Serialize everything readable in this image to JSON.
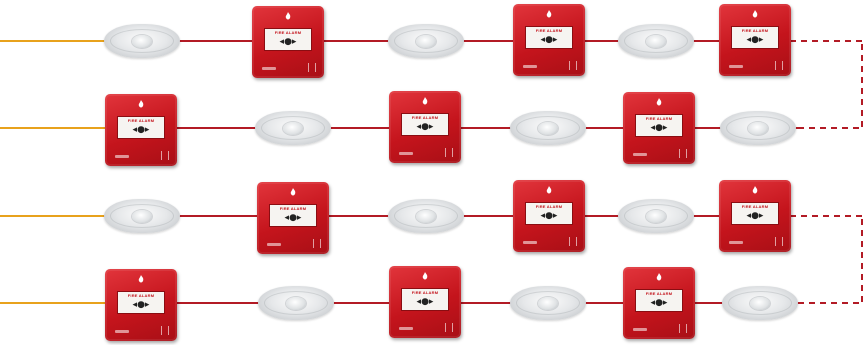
{
  "colors": {
    "feed_line": "#e8a21c",
    "loop_line": "#b31b25",
    "call_point_red": "#c4141c",
    "sounder_white": "#e6e8ea"
  },
  "diagram": {
    "rows": [
      {
        "feed": true,
        "devices": [
          "sounder",
          "call-point",
          "sounder",
          "call-point",
          "sounder",
          "call-point"
        ],
        "continuation": "dashed"
      },
      {
        "feed": true,
        "devices": [
          "call-point",
          "sounder",
          "call-point",
          "sounder",
          "call-point",
          "sounder"
        ],
        "continuation": "dashed"
      },
      {
        "feed": true,
        "devices": [
          "sounder",
          "call-point",
          "sounder",
          "call-point",
          "sounder",
          "call-point"
        ],
        "continuation": "dashed"
      },
      {
        "feed": true,
        "devices": [
          "call-point",
          "sounder",
          "call-point",
          "sounder",
          "call-point",
          "sounder"
        ],
        "continuation": "dashed"
      }
    ],
    "icons": {
      "call_point": "manual-call-point-icon",
      "sounder": "sounder-beacon-icon",
      "flame": "flame-logo-icon"
    }
  }
}
